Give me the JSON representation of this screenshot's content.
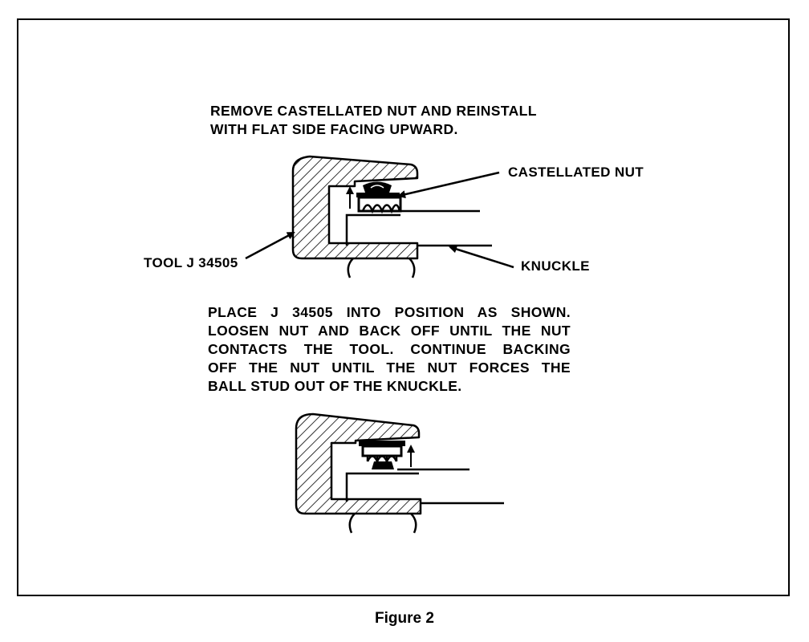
{
  "figure": {
    "caption": "Figure 2"
  },
  "step1": {
    "line1": "REMOVE CASTELLATED NUT AND REINSTALL",
    "line2": "WITH FLAT SIDE FACING UPWARD."
  },
  "labels": {
    "castellated_nut": "CASTELLATED NUT",
    "tool": "TOOL J 34505",
    "knuckle": "KNUCKLE"
  },
  "step2": {
    "lines": [
      "PLACE J 34505 INTO POSITION AS SHOWN.",
      "LOOSEN NUT AND BACK OFF UNTIL THE NUT",
      "CONTACTS THE TOOL. CONTINUE BACKING",
      "OFF THE NUT UNTIL THE NUT FORCES THE",
      "BALL STUD OUT OF THE KNUCKLE."
    ]
  }
}
